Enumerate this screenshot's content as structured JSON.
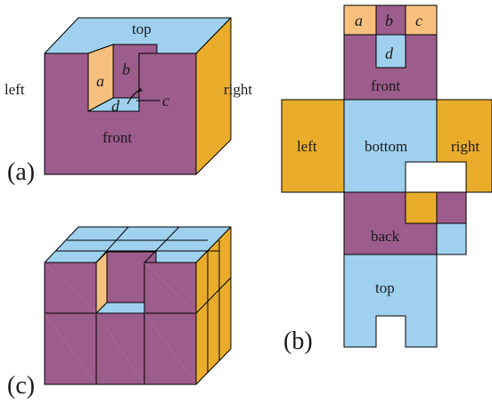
{
  "labels": {
    "a_top": "top",
    "a_left": "left",
    "a_right": "right",
    "a_front": "front",
    "a_a": "a",
    "a_b": "b",
    "a_c": "c",
    "a_d": "d",
    "b_a": "a",
    "b_b": "b",
    "b_c": "c",
    "b_d": "d",
    "b_front": "front",
    "b_left": "left",
    "b_bottom": "bottom",
    "b_right": "right",
    "b_back": "back",
    "b_top": "top",
    "cap_a": "(a)",
    "cap_b": "(b)",
    "cap_c": "(c)"
  },
  "colors": {
    "purple": "#9c5c8c",
    "blue": "#9fd1ef",
    "orange": "#e9ad2b",
    "peach": "#f8c07e",
    "line": "#000000"
  }
}
